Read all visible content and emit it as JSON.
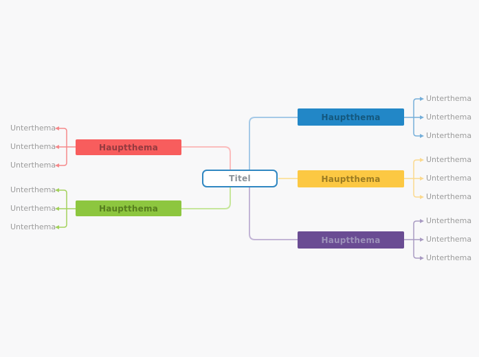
{
  "canvas": {
    "background_color": "#f8f8f9"
  },
  "root": {
    "label": "Titel",
    "border_color": "#2e86c1",
    "background_color": "#ffffff",
    "text_color": "#8b9299"
  },
  "subtopic_text_color": "#9b9b9b",
  "branches": [
    {
      "name": "red",
      "side": "left",
      "label": "Hauptthema",
      "box_color": "#f85d5d",
      "text_color": "#943a3f",
      "line_color": "#fbbcbc",
      "child_line_color": "#f5898b",
      "children": [
        {
          "label": "Unterthema"
        },
        {
          "label": "Unterthema"
        },
        {
          "label": "Unterthema"
        }
      ]
    },
    {
      "name": "green",
      "side": "left",
      "label": "Hauptthema",
      "box_color": "#8dc63f",
      "text_color": "#567d1e",
      "line_color": "#c6e69a",
      "child_line_color": "#a3d15c",
      "children": [
        {
          "label": "Unterthema"
        },
        {
          "label": "Unterthema"
        },
        {
          "label": "Unterthema"
        }
      ]
    },
    {
      "name": "blue",
      "side": "right",
      "label": "Hauptthema",
      "box_color": "#2287c7",
      "text_color": "#14587e",
      "line_color": "#a5c9e7",
      "child_line_color": "#74aed9",
      "children": [
        {
          "label": "Unterthema"
        },
        {
          "label": "Unterthema"
        },
        {
          "label": "Unterthema"
        }
      ]
    },
    {
      "name": "yellow",
      "side": "right",
      "label": "Hauptthema",
      "box_color": "#fcc843",
      "text_color": "#9a7b23",
      "line_color": "#fbe3a4",
      "child_line_color": "#fbd98e",
      "children": [
        {
          "label": "Unterthema"
        },
        {
          "label": "Unterthema"
        },
        {
          "label": "Unterthema"
        }
      ]
    },
    {
      "name": "purple",
      "side": "right",
      "label": "Hauptthema",
      "box_color": "#6a4c93",
      "text_color": "#9d92ba",
      "line_color": "#c2b5d6",
      "child_line_color": "#a89ac2",
      "children": [
        {
          "label": "Unterthema"
        },
        {
          "label": "Unterthema"
        },
        {
          "label": "Unterthema"
        }
      ]
    }
  ]
}
